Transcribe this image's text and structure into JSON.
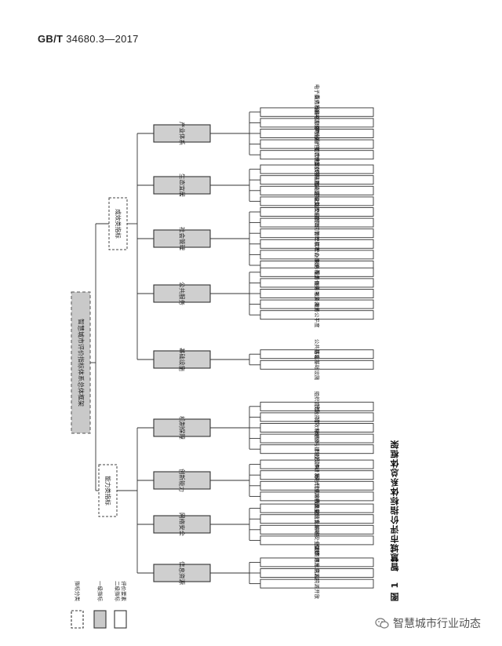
{
  "standard": {
    "code": "GB/T",
    "number": "34680.3—2017"
  },
  "caption": {
    "fig_no": "图 1",
    "title": "智慧城市评价指标体系总体框架"
  },
  "legend": {
    "title": "指标分类",
    "level1": "一级指标",
    "level2": "二级指标\n评价要素"
  },
  "diagram": {
    "root": "智慧城市评价指标体系总体框架",
    "categories": [
      {
        "name": "成效类指标",
        "indicators": [
          {
            "name": "产业体系",
            "elements": [
              "电子商务发展与应用成效",
              "重点行业信息化发展水平",
              "新兴信息产业发展能力",
              "两化融合水平",
              "农业生产经营信息化水平"
            ]
          },
          {
            "name": "生态宜居",
            "elements": [
              "生活质量数字化程度",
              "社区信息服务水平",
              "环境污染监测能力",
              "生态环境宜居程度"
            ]
          },
          {
            "name": "社会管理",
            "elements": [
              "应急处理能力水平",
              "公共安全管理能力水平",
              "跨部门协同程度",
              "管理精准度",
              "管理公开度",
              "办事便捷度"
            ]
          },
          {
            "name": "公共服务",
            "elements": [
              "服务覆盖度",
              "服务便捷度",
              "服务可及度",
              "服务满意度",
              "服务公平度"
            ]
          },
          {
            "name": "基础设施",
            "elements": [
              "公共基础设施",
              "信息基础设施"
            ]
          }
        ]
      },
      {
        "name": "能力类指标",
        "indicators": [
          {
            "name": "机制保障",
            "elements": [
              "组织管理机制",
              "投融资机制",
              "成效评估",
              "标准体系",
              "规划与建设方案"
            ]
          },
          {
            "name": "创新能力",
            "elements": [
              "科技成果转化",
              "技术研发与创新",
              "模式创新",
              "新一代信息技术应用"
            ]
          },
          {
            "name": "网络安全",
            "elements": [
              "网络安全保障",
              "信息系统安全可控",
              "关键信息基础设施保护",
              "网络安全管理"
            ]
          },
          {
            "name": "信息资源",
            "elements": [
              "信息资源开发利用",
              "信息资源共享",
              "信息资源开放"
            ]
          }
        ]
      }
    ]
  },
  "watermark": {
    "text": "智慧城市行业动态"
  }
}
